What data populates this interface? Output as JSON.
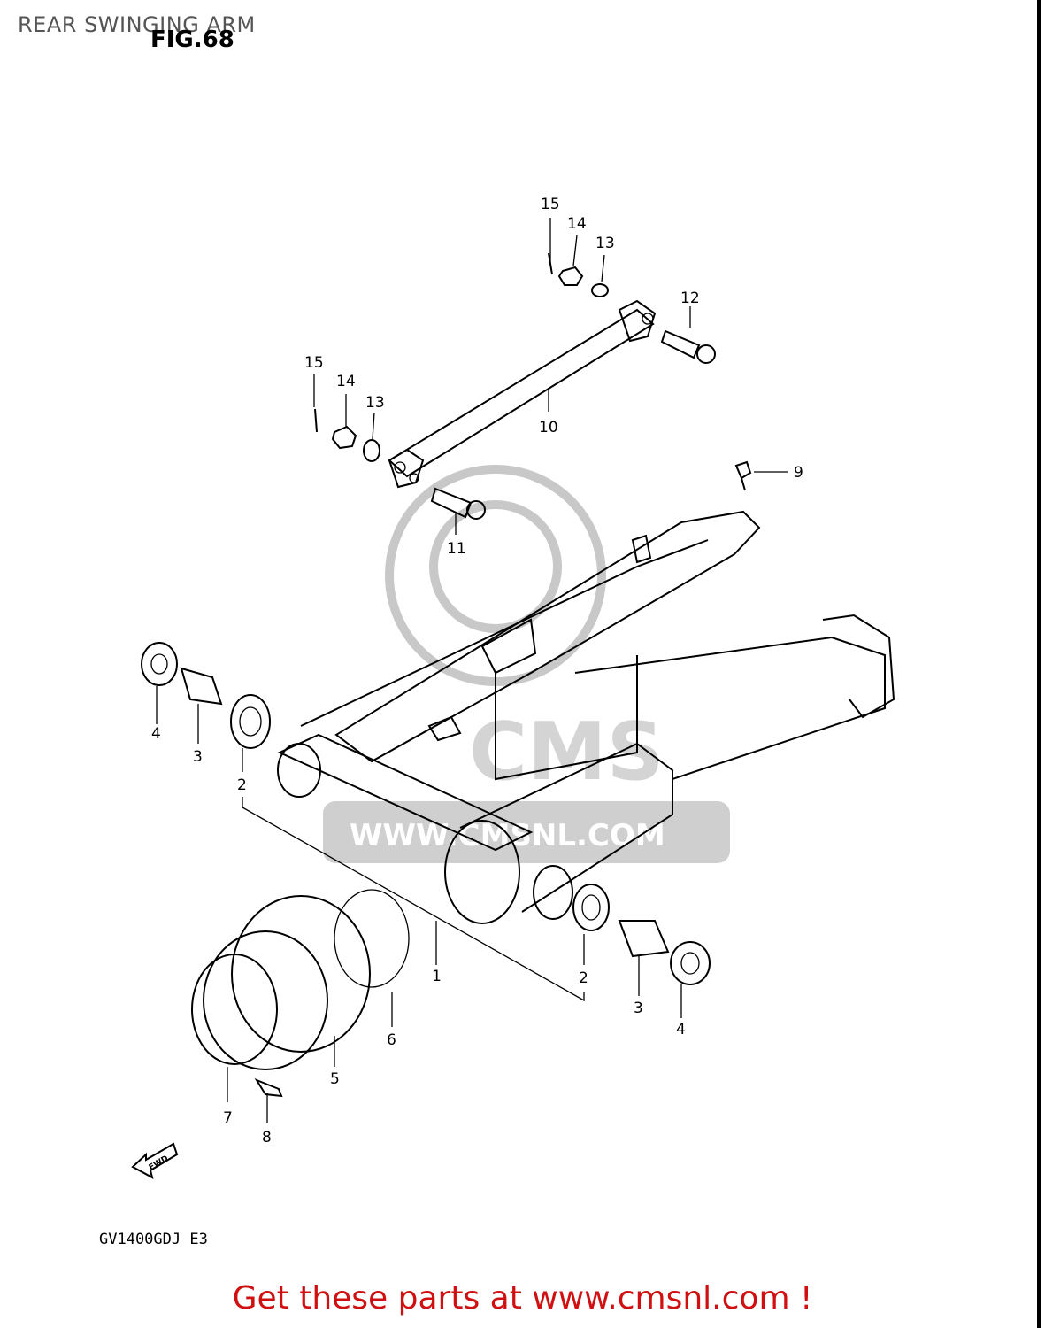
{
  "header": {
    "title": "REAR SWINGING ARM",
    "figure": "FIG.68"
  },
  "diagram": {
    "callouts": [
      "1",
      "2",
      "3",
      "4",
      "2",
      "3",
      "4",
      "5",
      "6",
      "7",
      "8",
      "9",
      "10",
      "11",
      "12",
      "13",
      "14",
      "15",
      "13",
      "14",
      "15"
    ],
    "watermark": {
      "brand": "CMS",
      "url": "WWW.CMSNL.COM"
    },
    "fwd_arrow_label": "FWD",
    "model_code": "GV1400GDJ E3"
  },
  "footer": {
    "link_text": "Get these parts at www.cmsnl.com !"
  },
  "colors": {
    "footer_text": "#d01010",
    "title_text": "#555555",
    "line_art": "#000000",
    "watermark": "#c8c8c8"
  }
}
